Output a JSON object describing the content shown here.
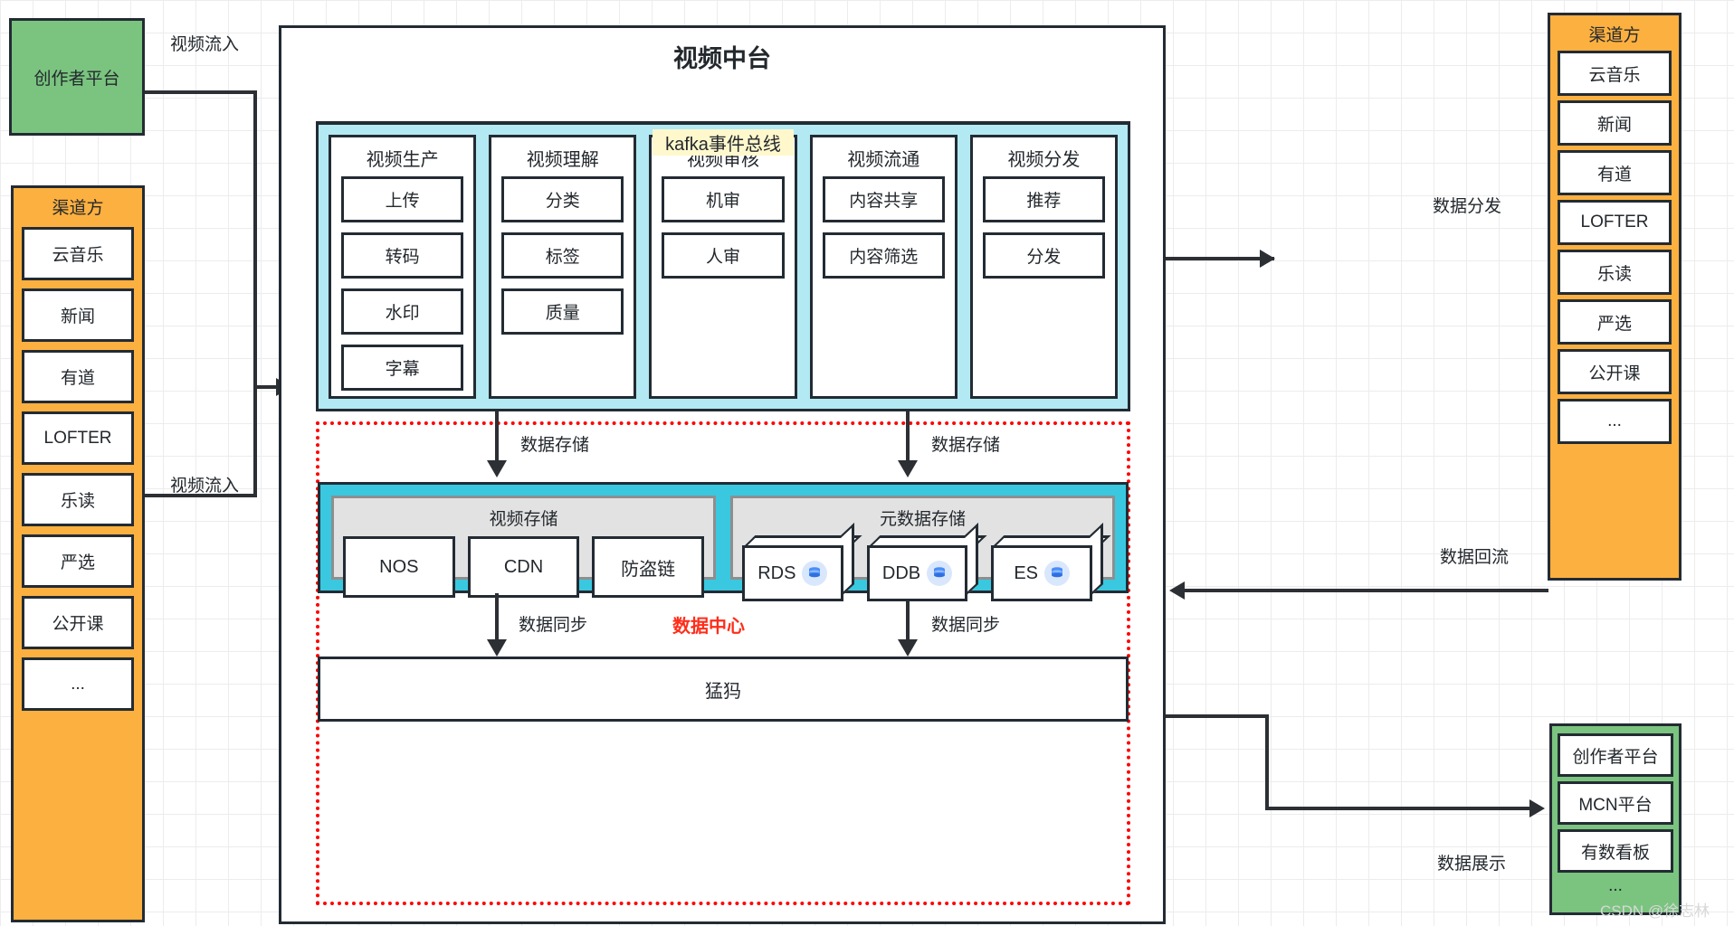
{
  "left": {
    "creator_platform": "创作者平台",
    "channel_panel": {
      "title": "渠道方",
      "items": [
        "云音乐",
        "新闻",
        "有道",
        "LOFTER",
        "乐读",
        "严选",
        "公开课",
        "..."
      ]
    }
  },
  "center": {
    "title": "视频中台",
    "kafka_bus": "kafka事件总线",
    "stages": [
      {
        "title": "视频生产",
        "items": [
          "上传",
          "转码",
          "水印",
          "字幕"
        ]
      },
      {
        "title": "视频理解",
        "items": [
          "分类",
          "标签",
          "质量"
        ]
      },
      {
        "title": "视频审核",
        "items": [
          "机审",
          "人审"
        ]
      },
      {
        "title": "视频流通",
        "items": [
          "内容共享",
          "内容筛选"
        ]
      },
      {
        "title": "视频分发",
        "items": [
          "推荐",
          "分发"
        ]
      }
    ]
  },
  "data_center": {
    "label": "数据中心",
    "label_color": "#ff2d1a",
    "video_storage": {
      "title": "视频存储",
      "items": [
        "NOS",
        "CDN",
        "防盗链"
      ]
    },
    "meta_storage": {
      "title": "元数据存储",
      "items": [
        "RDS",
        "DDB",
        "ES"
      ]
    },
    "warehouse": "猛犸"
  },
  "right": {
    "channel_panel": {
      "title": "渠道方",
      "items": [
        "云音乐",
        "新闻",
        "有道",
        "LOFTER",
        "乐读",
        "严选",
        "公开课",
        "..."
      ]
    },
    "consumer_panel": {
      "items": [
        "创作者平台",
        "MCN平台",
        "有数看板",
        "..."
      ]
    }
  },
  "edge_labels": {
    "video_in_top": "视频流入",
    "video_in_bottom": "视频流入",
    "data_store_left": "数据存储",
    "data_store_right": "数据存储",
    "data_sync_left": "数据同步",
    "data_sync_right": "数据同步",
    "data_distribute": "数据分发",
    "data_backflow": "数据回流",
    "data_display": "数据展示"
  },
  "watermark": "CSDN @徐志林",
  "colors": {
    "green": "#7ac47f",
    "orange": "#fcb040",
    "cyan_light": "#b2e9f2",
    "cyan": "#39c8e0",
    "yellow": "#fff8cc",
    "outline": "#232b33",
    "red": "#ff0000"
  }
}
